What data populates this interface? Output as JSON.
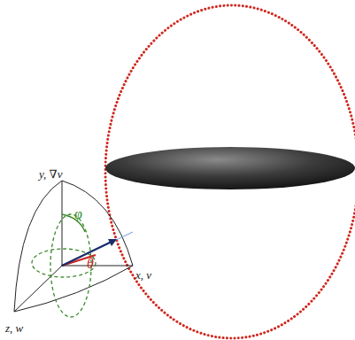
{
  "diagram": {
    "labels": [
      "y, ∇v",
      "x, v",
      "z, w",
      "φ",
      "θ"
    ]
  }
}
